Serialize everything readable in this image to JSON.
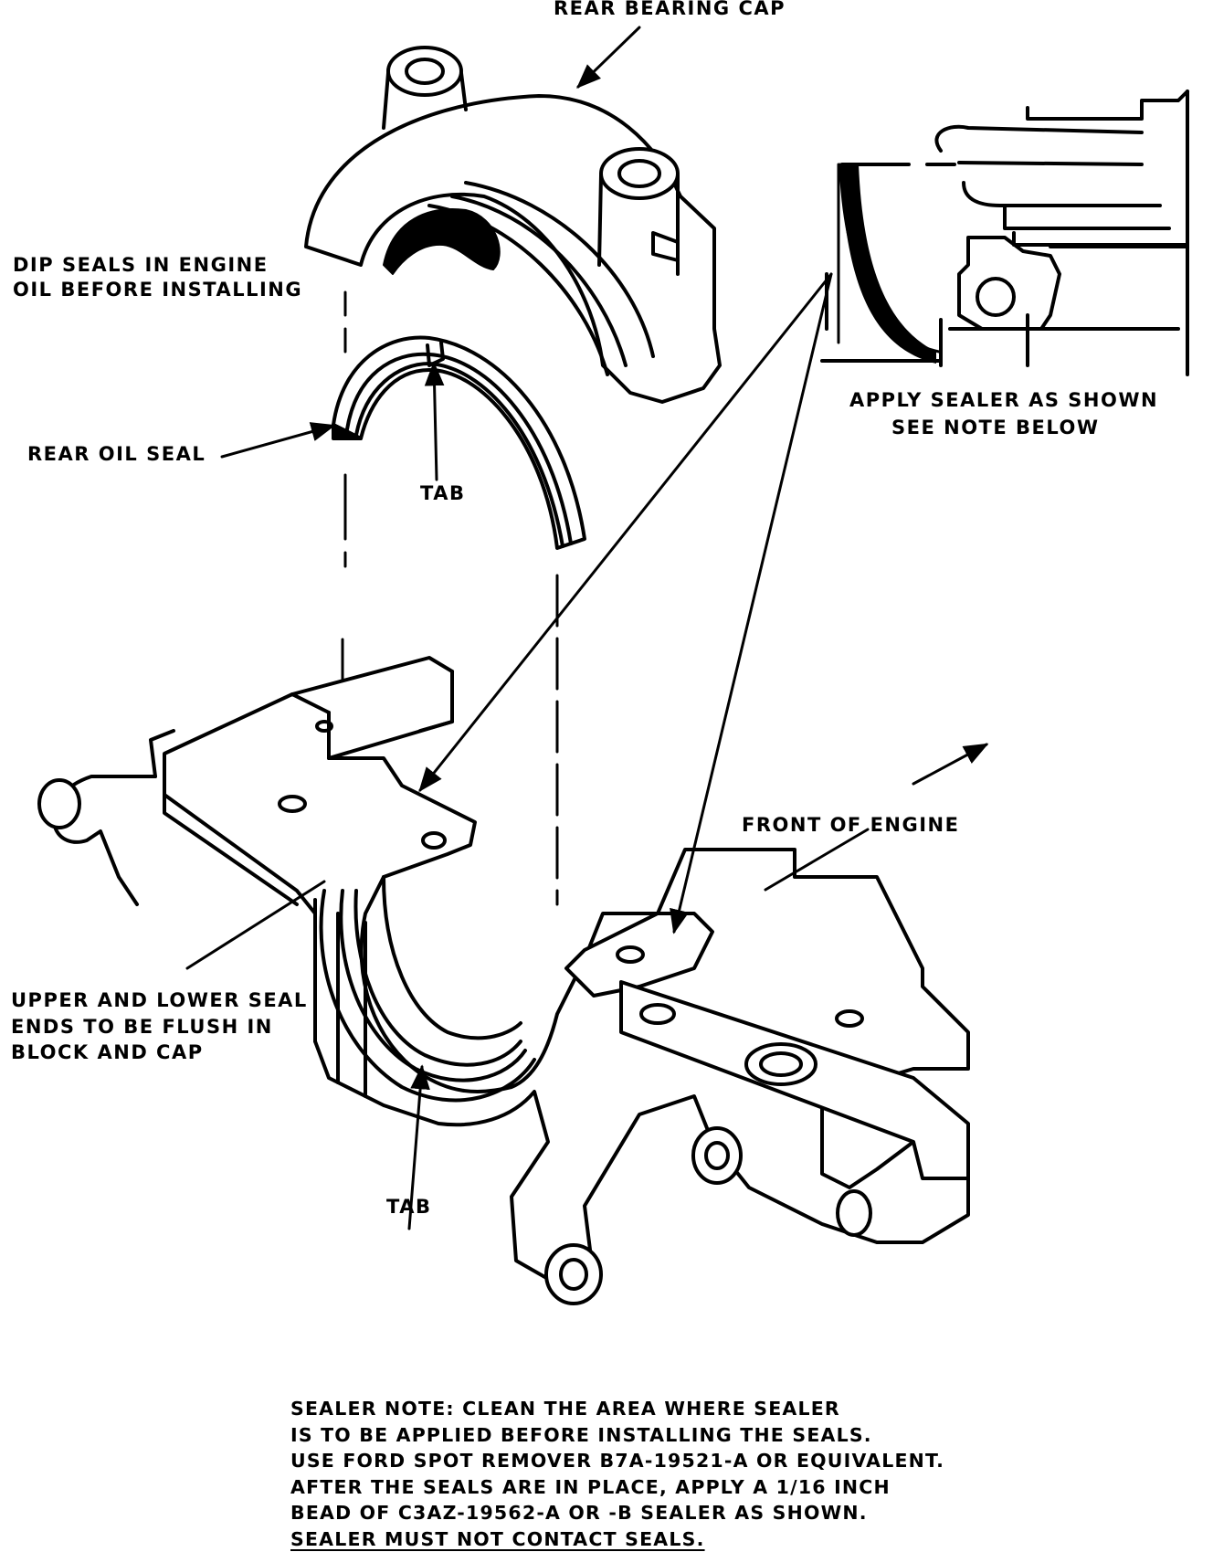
{
  "labels": {
    "rear_bearing_cap": "REAR BEARING CAP",
    "dip_seals_line1": "DIP SEALS IN ENGINE",
    "dip_seals_line2": "OIL BEFORE INSTALLING",
    "rear_oil_seal": "REAR OIL SEAL",
    "tab_upper": "TAB",
    "tab_lower": "TAB",
    "apply_sealer_line1": "APPLY SEALER AS SHOWN",
    "apply_sealer_line2": "SEE NOTE BELOW",
    "front_of_engine": "FRONT OF ENGINE",
    "flush_line1": "UPPER AND LOWER SEAL",
    "flush_line2": "ENDS TO BE FLUSH IN",
    "flush_line3": "BLOCK AND CAP"
  },
  "sealer_note": {
    "line1": "SEALER NOTE: CLEAN THE AREA WHERE SEALER",
    "line2": "IS TO BE APPLIED BEFORE INSTALLING THE SEALS.",
    "line3": "USE FORD SPOT REMOVER B7A-19521-A OR EQUIVALENT.",
    "line4": "AFTER THE SEALS ARE IN PLACE, APPLY A 1/16 INCH",
    "line5": "BEAD OF C3AZ-19562-A OR -B SEALER AS SHOWN.",
    "line6": "SEALER MUST NOT CONTACT SEALS."
  }
}
